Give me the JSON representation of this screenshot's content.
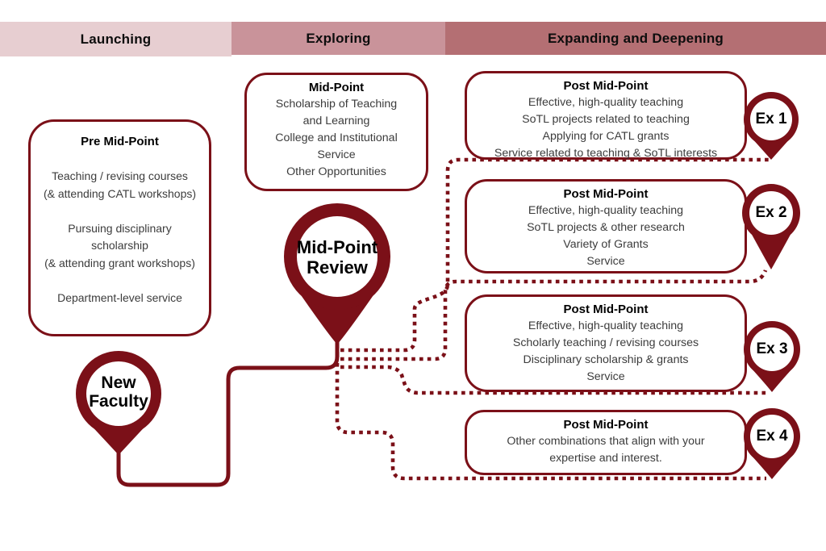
{
  "phases": [
    {
      "label": "Launching"
    },
    {
      "label": "Exploring"
    },
    {
      "label": "Expanding and Deepening"
    }
  ],
  "boxes": {
    "pre_mid_point": {
      "title": "Pre Mid-Point",
      "body": "Teaching / revising courses\n(& attending CATL workshops)\n\nPursuing disciplinary\nscholarship\n(& attending grant workshops)\n\nDepartment-level service"
    },
    "mid_point": {
      "title": "Mid-Point",
      "body": "Scholarship of Teaching\nand Learning\nCollege and Institutional\nService\nOther Opportunities"
    },
    "post_ex1": {
      "title": "Post Mid-Point",
      "body": "Effective, high-quality teaching\nSoTL projects related to teaching\nApplying for CATL grants\nService related to teaching & SoTL interests"
    },
    "post_ex2": {
      "title": "Post Mid-Point",
      "body": "Effective, high-quality teaching\nSoTL projects & other research\nVariety of Grants\nService"
    },
    "post_ex3": {
      "title": "Post Mid-Point",
      "body": "Effective, high-quality teaching\nScholarly teaching / revising courses\nDisciplinary scholarship & grants\nService"
    },
    "post_ex4": {
      "title": "Post Mid-Point",
      "body": "Other combinations that align with your\nexpertise and interest."
    }
  },
  "pins": {
    "new_faculty": {
      "label": "New\nFaculty"
    },
    "mid_point_review": {
      "label": "Mid-Point\nReview"
    },
    "ex1": {
      "label": "Ex 1"
    },
    "ex2": {
      "label": "Ex 2"
    },
    "ex3": {
      "label": "Ex 3"
    },
    "ex4": {
      "label": "Ex 4"
    }
  },
  "colors": {
    "maroon": "#7B1018",
    "band_launching": "#E7CED1",
    "band_exploring": "#C9939A",
    "band_expanding": "#B46F73"
  }
}
